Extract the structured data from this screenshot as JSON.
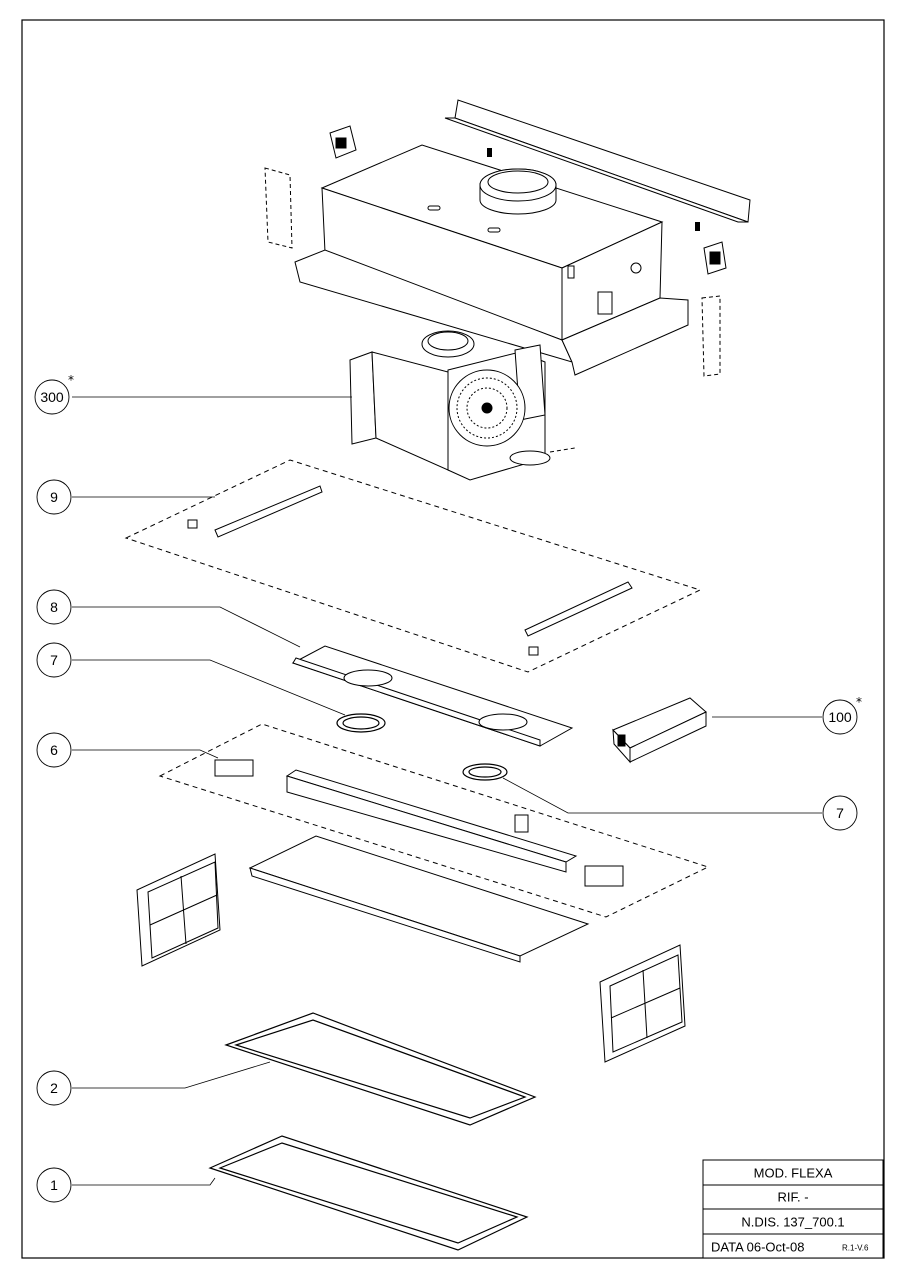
{
  "callouts": [
    {
      "id": "300",
      "label": "300",
      "star": "*"
    },
    {
      "id": "9",
      "label": "9",
      "star": ""
    },
    {
      "id": "8",
      "label": "8",
      "star": ""
    },
    {
      "id": "7a",
      "label": "7",
      "star": ""
    },
    {
      "id": "100",
      "label": "100",
      "star": "*"
    },
    {
      "id": "6",
      "label": "6",
      "star": ""
    },
    {
      "id": "7b",
      "label": "7",
      "star": ""
    },
    {
      "id": "2",
      "label": "2",
      "star": ""
    },
    {
      "id": "1",
      "label": "1",
      "star": ""
    }
  ],
  "title_block": {
    "model": "MOD. FLEXA",
    "ref": "RIF. -",
    "drawing_no": "N.DIS. 137_700.1",
    "date": "DATA  06-Oct-08",
    "revision": "R.1-V.6"
  }
}
